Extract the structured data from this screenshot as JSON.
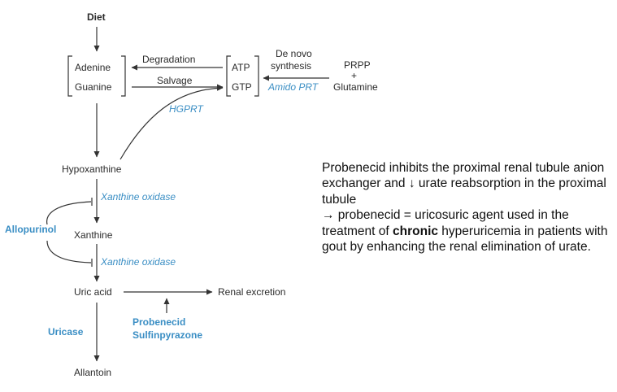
{
  "diagram": {
    "nodes": {
      "diet": "Diet",
      "adenine": "Adenine",
      "guanine": "Guanine",
      "atp": "ATP",
      "gtp": "GTP",
      "de_novo_line1": "De novo",
      "de_novo_line2": "synthesis",
      "prpp": "PRPP",
      "plus": "+",
      "glutamine": "Glutamine",
      "hypoxanthine": "Hypoxanthine",
      "xanthine": "Xanthine",
      "uric_acid": "Uric acid",
      "renal_excretion": "Renal excretion",
      "allantoin": "Allantoin"
    },
    "edges": {
      "degradation": "Degradation",
      "salvage": "Salvage"
    },
    "enzymes": {
      "hgprt": "HGPRT",
      "amido_prt": "Amido PRT",
      "xanthine_oxidase_1": "Xanthine oxidase",
      "xanthine_oxidase_2": "Xanthine oxidase",
      "uricase": "Uricase"
    },
    "drugs": {
      "allopurinol": "Allopurinol",
      "probenecid": "Probenecid",
      "sulfinpyrazone": "Sulfinpyrazone"
    },
    "colors": {
      "enzyme_blue": "#3a8ec4",
      "line": "#333333"
    }
  },
  "note": {
    "line1": "Probenecid inhibits the proximal renal tubule anion exchanger and ↓ urate reabsorption in the proximal tubule",
    "line2_before": "→ probenecid = uricosuric agent used in the treatment of ",
    "line2_bold": "chronic",
    "line2_after": " hyperuricemia in patients with gout by enhancing the renal elimination of urate."
  }
}
